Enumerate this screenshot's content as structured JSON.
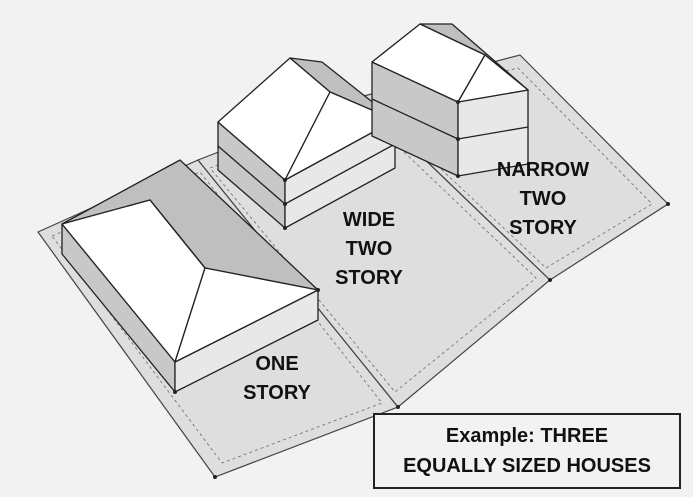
{
  "houses": [
    {
      "label_lines": [
        "ONE",
        "STORY"
      ]
    },
    {
      "label_lines": [
        "WIDE",
        "TWO",
        "STORY"
      ]
    },
    {
      "label_lines": [
        "NARROW",
        "TWO",
        "STORY"
      ]
    }
  ],
  "note": {
    "lines": [
      "Example: THREE",
      "EQUALLY SIZED HOUSES"
    ]
  },
  "colors": {
    "background": "#f2f2f2",
    "ground": "#dedede",
    "roof": "#ffffff",
    "wall": "#e8e8e8",
    "shadow": "#bfbfbf",
    "outline": "#222222"
  }
}
